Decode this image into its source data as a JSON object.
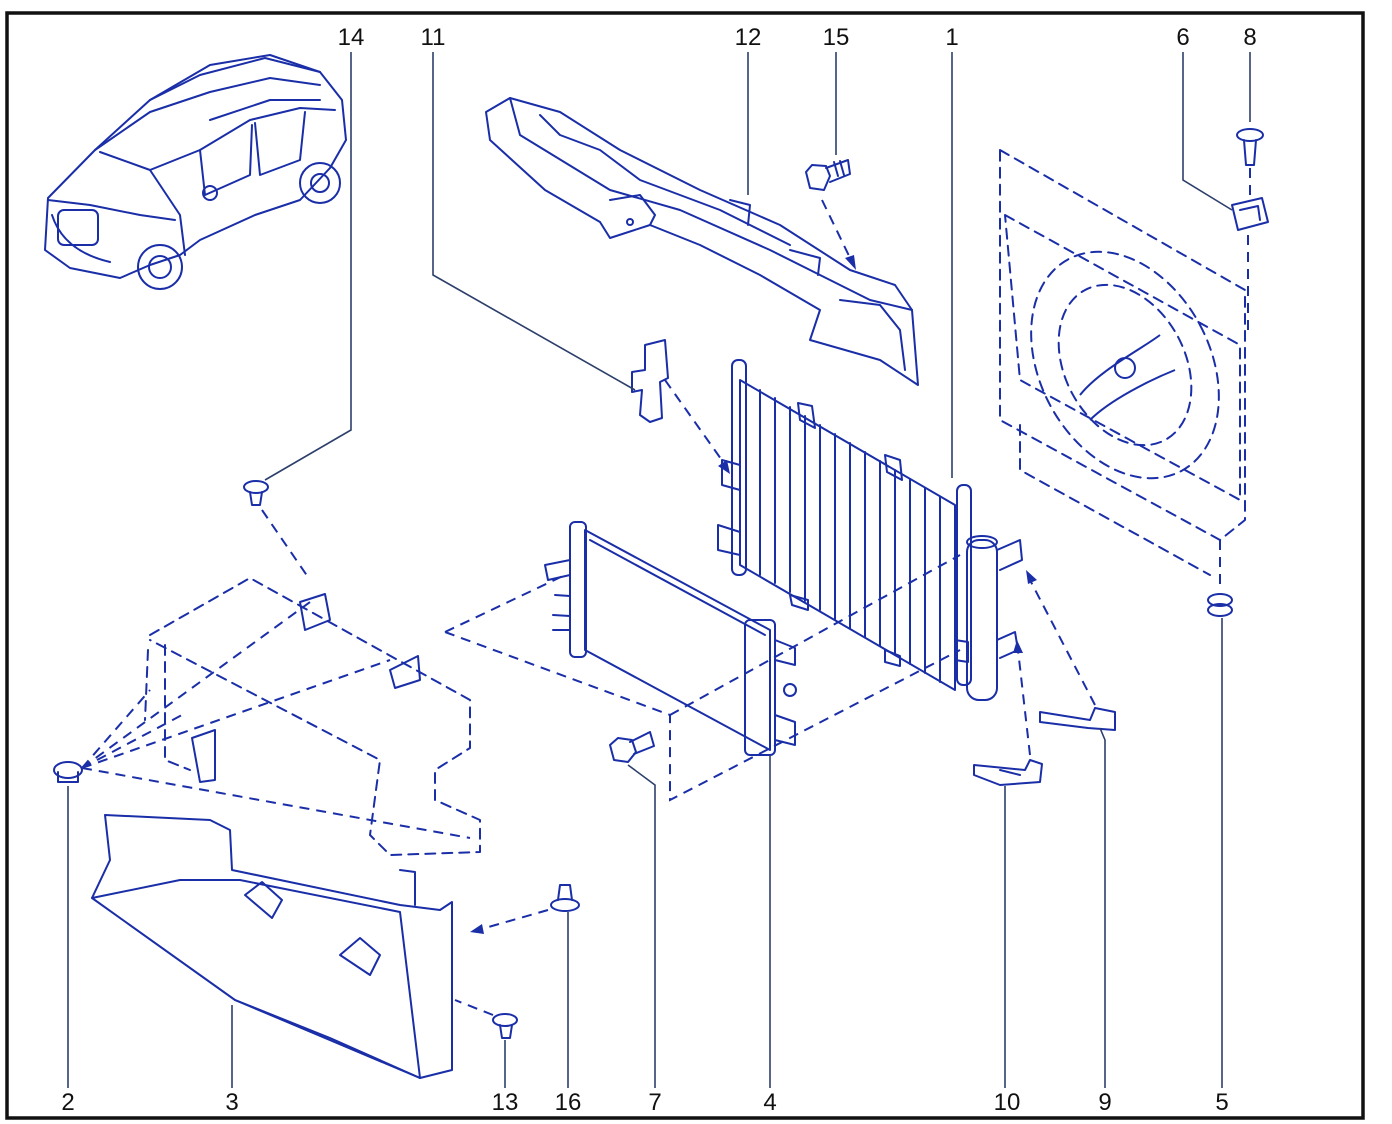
{
  "diagram": {
    "colors": {
      "frame": "#111111",
      "line_art": "#1a2ea8",
      "leader": "#2c3f6b",
      "label": "#111111",
      "background": "#ffffff"
    },
    "callouts": {
      "c1": "1",
      "c2": "2",
      "c3": "3",
      "c4": "4",
      "c5": "5",
      "c6": "6",
      "c7": "7",
      "c8": "8",
      "c9": "9",
      "c10": "10",
      "c11": "11",
      "c12": "12",
      "c13": "13",
      "c14": "14",
      "c15": "15",
      "c16": "16"
    }
  }
}
